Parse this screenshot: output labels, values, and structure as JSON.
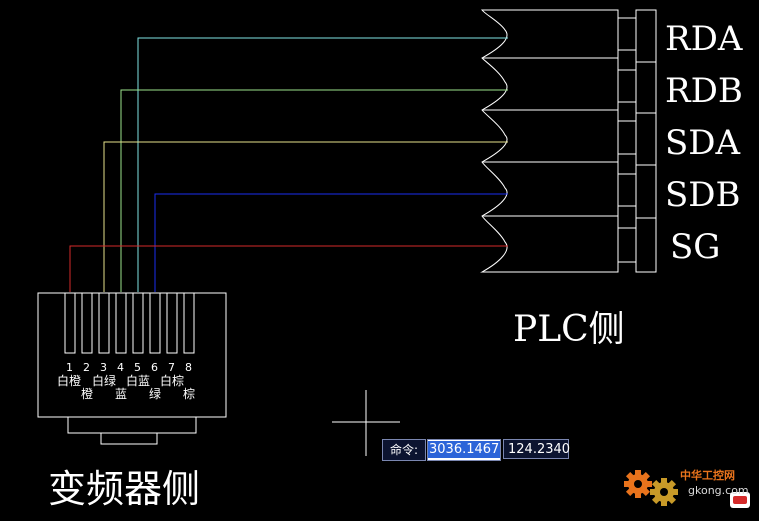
{
  "plc_signals": [
    "RDA",
    "RDB",
    "SDA",
    "SDB",
    "SG"
  ],
  "plc_title": "PLC侧",
  "inverter_title": "变频器侧",
  "pin_numbers": [
    "1",
    "2",
    "3",
    "4",
    "5",
    "6",
    "7",
    "8"
  ],
  "wire_labels_top": [
    "白橙",
    "白绿",
    "白蓝",
    "白棕"
  ],
  "wire_labels_bottom": [
    "橙",
    "蓝",
    "绿",
    "棕"
  ],
  "command": {
    "label": "命令:",
    "x_value": "3036.1467",
    "y_value": "124.2340"
  },
  "watermark": {
    "site_name": "中华工控网",
    "url": "gkong.com"
  },
  "colors": {
    "wire_cyan": "#7fe3e3",
    "wire_green": "#9be58c",
    "wire_yellow": "#e6e28c",
    "wire_blue": "#1a2ef0",
    "wire_red": "#d42a2a",
    "line_white": "#ffffff"
  },
  "icons": [
    "crosshair-cursor-icon",
    "gear-logo-icon"
  ]
}
